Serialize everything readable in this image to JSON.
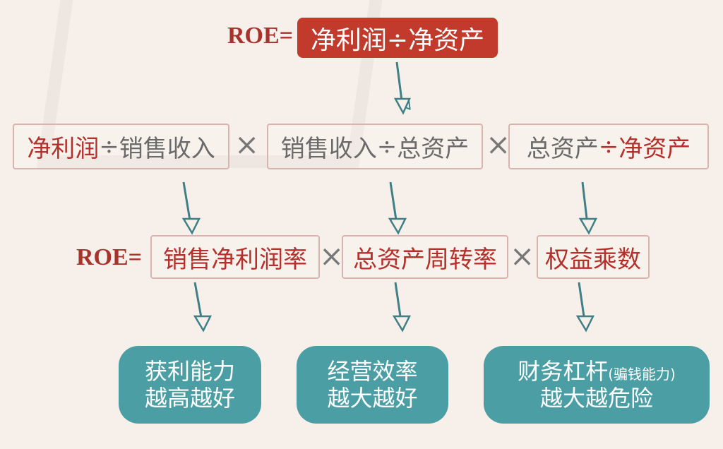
{
  "top": {
    "prefix": "ROE=",
    "formula": "净利润÷净资产"
  },
  "row2": [
    {
      "a": "净利润",
      "op": "÷",
      "b": "销售收入"
    },
    {
      "a": "销售收入",
      "op": "÷",
      "b": "总资产"
    },
    {
      "a": "总资产 ",
      "op": "÷",
      "b": "净资产"
    }
  ],
  "times": "×",
  "row3": {
    "prefix": "ROE=",
    "items": [
      "销售净利润率",
      "总资产周转率",
      "权益乘数"
    ]
  },
  "bottom": [
    {
      "line1": "获利能力",
      "line2": "越高越好"
    },
    {
      "line1": "经营效率",
      "line2": "越大越好"
    },
    {
      "line1": "财务杠杆",
      "note": "(骗钱能力)",
      "line2": "越大越危险"
    }
  ],
  "colors": {
    "red": "#c23a2c",
    "teal": "#4b9fa4",
    "arrow": "#3f7f86"
  }
}
